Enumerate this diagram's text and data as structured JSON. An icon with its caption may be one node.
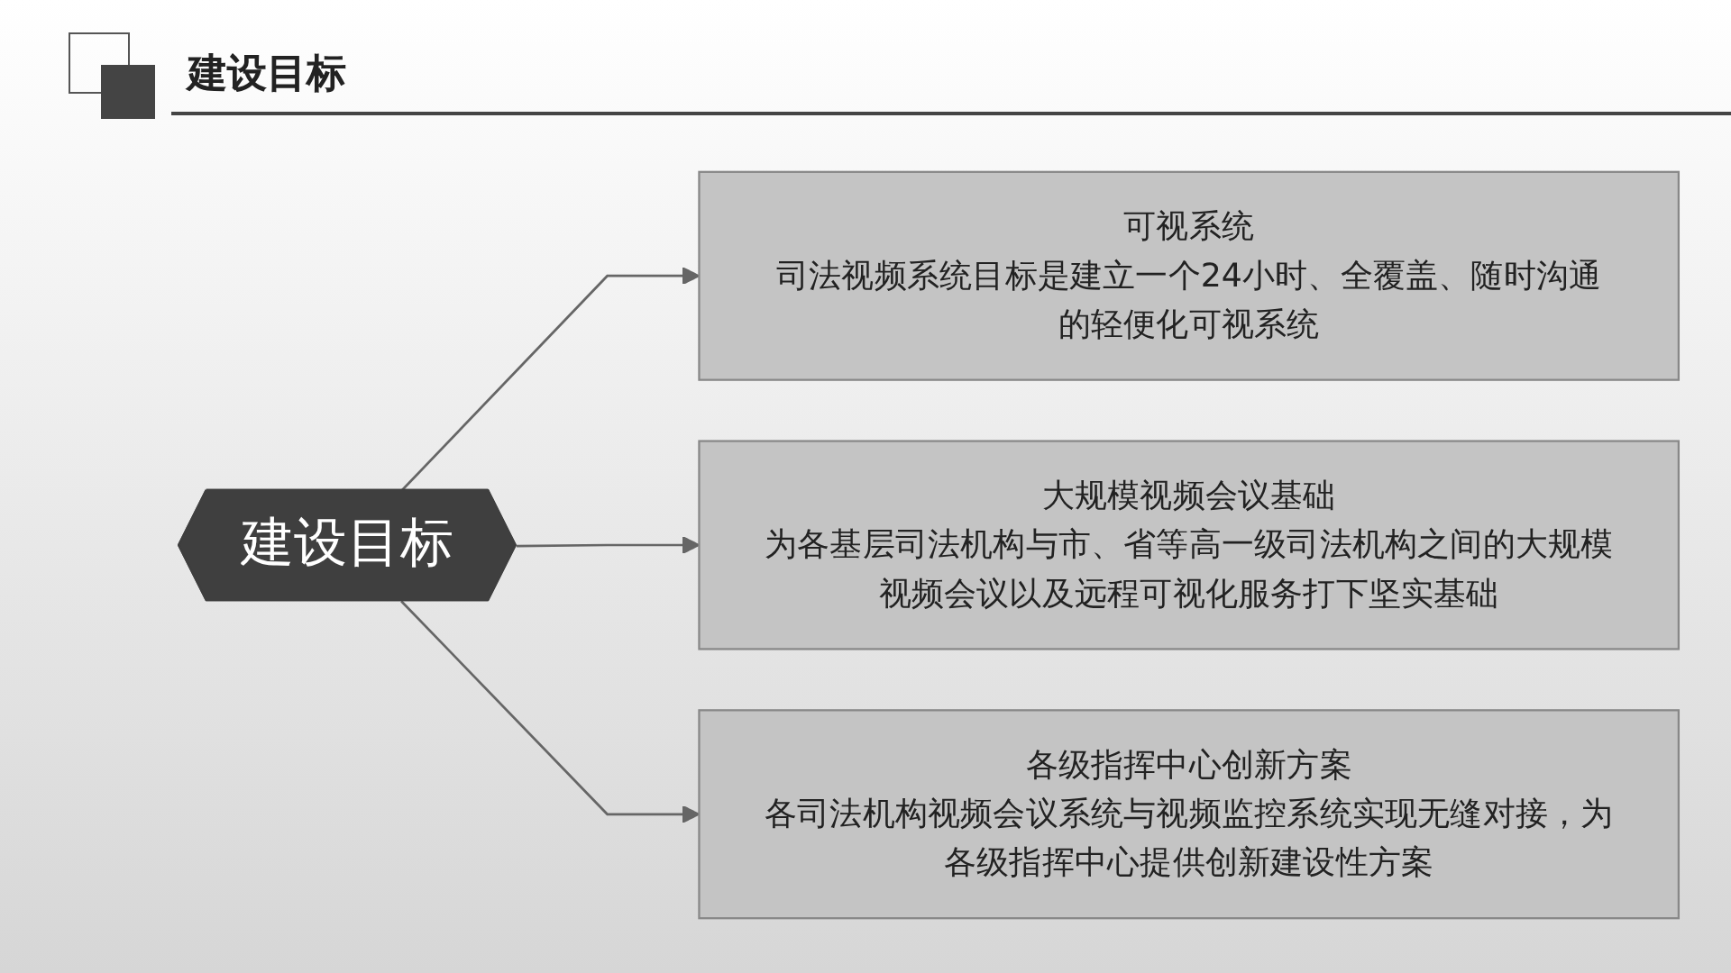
{
  "diagram": {
    "title": "建设目标",
    "nodes": [
      {
        "text": [
          "建设目标"
        ]
      },
      {
        "text": [
          "可视系统",
          "司法视频系统目标是建立一个24小时、全覆盖、随时沟通的轻便化可视系统"
        ]
      },
      {
        "text": [
          "大规模视频会议基础",
          "为各基层司法机构与市、省等高一级司法机构之间的大规模视频会议以及远程可视化服务打下坚实基础"
        ]
      },
      {
        "text": [
          "各级指挥中心创新方案",
          "各司法机构视频会议系统与视频监控系统实现无缝对接，为各级指挥中心提供创新建设性方案"
        ]
      }
    ],
    "edges": [
      {
        "from": 0,
        "to": 1,
        "arrow": "to"
      },
      {
        "from": 0,
        "to": 2,
        "arrow": "to"
      },
      {
        "from": 0,
        "to": 3,
        "arrow": "to"
      }
    ]
  }
}
